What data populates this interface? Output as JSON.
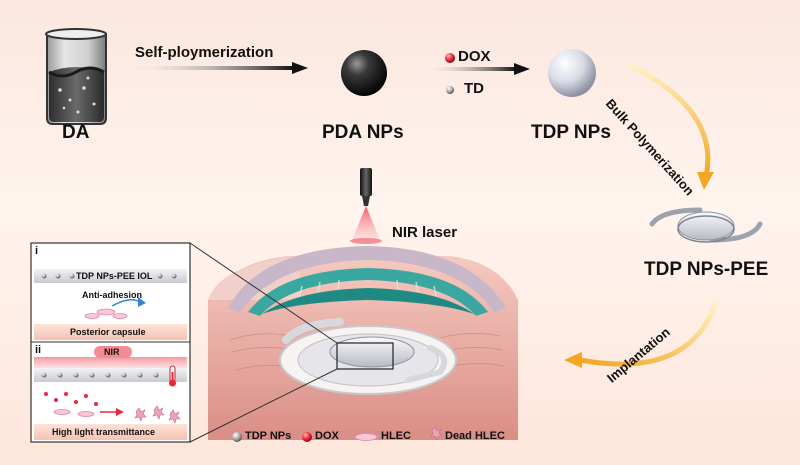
{
  "labels": {
    "da": "DA",
    "self_poly": "Self-ploymerization",
    "pda": "PDA NPs",
    "dox": "DOX",
    "td": "TD",
    "tdp": "TDP NPs",
    "bulk": "Bulk Polymerization",
    "tdp_pee": "TDP NPs-PEE",
    "nir_laser": "NIR laser",
    "implantation": "Implantation"
  },
  "inset": {
    "panel_i": "i",
    "iol": "TDP NPs-PEE IOL",
    "anti_adhesion": "Anti-adhesion",
    "posterior_capsule": "Posterior capsule",
    "panel_ii": "ii",
    "nir": "NIR",
    "transmittance": "High light transmittance"
  },
  "legend": {
    "tdp": "TDP NPs",
    "dox": "DOX",
    "hlec": "HLEC",
    "dead": "Dead HLEC"
  },
  "colors": {
    "dox_red": "#e8283a",
    "arrow_orange": "#f2a623",
    "laser_pink": "#f04e5a",
    "cornea_teal": "#3aa8a0"
  }
}
